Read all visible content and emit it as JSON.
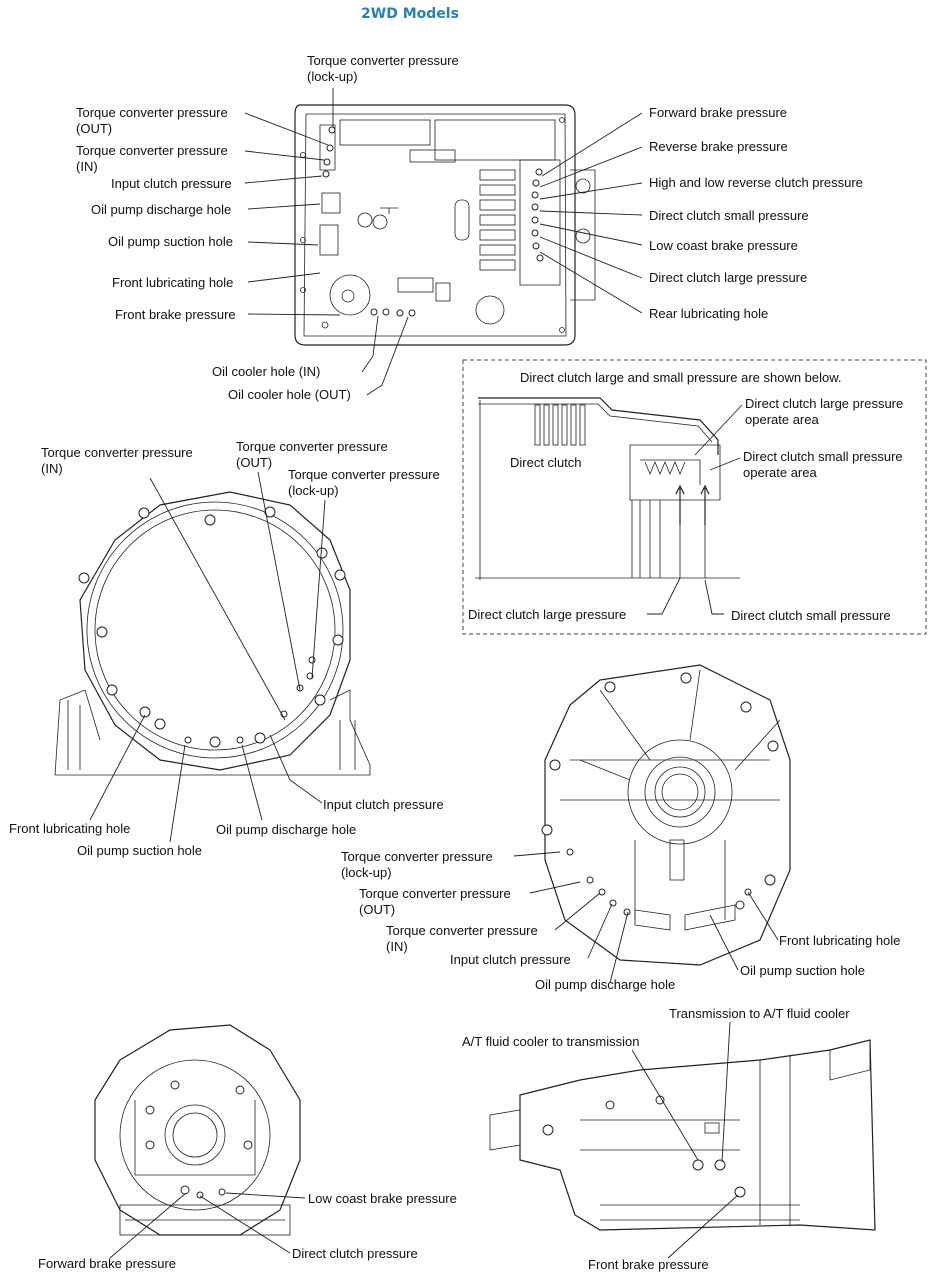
{
  "title": "2WD Models",
  "valve_body": {
    "tc_lockup": "Torque converter pressure\n(lock-up)",
    "tc_out": "Torque converter pressure\n(OUT)",
    "tc_in": "Torque converter pressure\n(IN)",
    "input_clutch": "Input clutch pressure",
    "pump_discharge": "Oil pump discharge hole",
    "pump_suction": "Oil pump suction hole",
    "front_lub": "Front lubricating hole",
    "front_brake": "Front brake pressure",
    "cooler_in": "Oil cooler hole (IN)",
    "cooler_out": "Oil cooler hole (OUT)",
    "forward_brake": "Forward brake pressure",
    "reverse_brake": "Reverse brake pressure",
    "hl_reverse_clutch": "High and low reverse clutch pressure",
    "direct_small": "Direct clutch small pressure",
    "low_coast": "Low coast brake pressure",
    "direct_large": "Direct clutch large pressure",
    "rear_lub": "Rear lubricating hole"
  },
  "inset": {
    "heading": "Direct clutch large and small pressure are shown below.",
    "large_area": "Direct clutch large pressure\noperate area",
    "small_area": "Direct clutch small pressure\noperate area",
    "direct_clutch": "Direct clutch",
    "large_pressure": "Direct clutch large pressure",
    "small_pressure": "Direct clutch small pressure"
  },
  "housing": {
    "tc_in": "Torque converter pressure\n(IN)",
    "tc_out": "Torque converter pressure\n(OUT)",
    "tc_lockup": "Torque converter pressure\n(lock-up)",
    "input_clutch": "Input clutch pressure",
    "front_lub": "Front lubricating hole",
    "pump_discharge": "Oil pump discharge hole",
    "pump_suction": "Oil pump suction hole"
  },
  "pump": {
    "tc_lockup": "Torque converter pressure\n(lock-up)",
    "tc_out": "Torque converter pressure\n(OUT)",
    "tc_in": "Torque converter pressure\n(IN)",
    "input_clutch": "Input clutch pressure",
    "pump_discharge": "Oil pump discharge hole",
    "front_lub": "Front lubricating hole",
    "pump_suction": "Oil pump suction hole"
  },
  "rear": {
    "low_coast": "Low coast brake pressure",
    "forward_brake": "Forward brake pressure",
    "direct_clutch": "Direct clutch pressure"
  },
  "side": {
    "trans_to_cooler": "Transmission to A/T fluid cooler",
    "cooler_to_trans": "A/T fluid cooler to transmission",
    "front_brake": "Front brake pressure"
  }
}
